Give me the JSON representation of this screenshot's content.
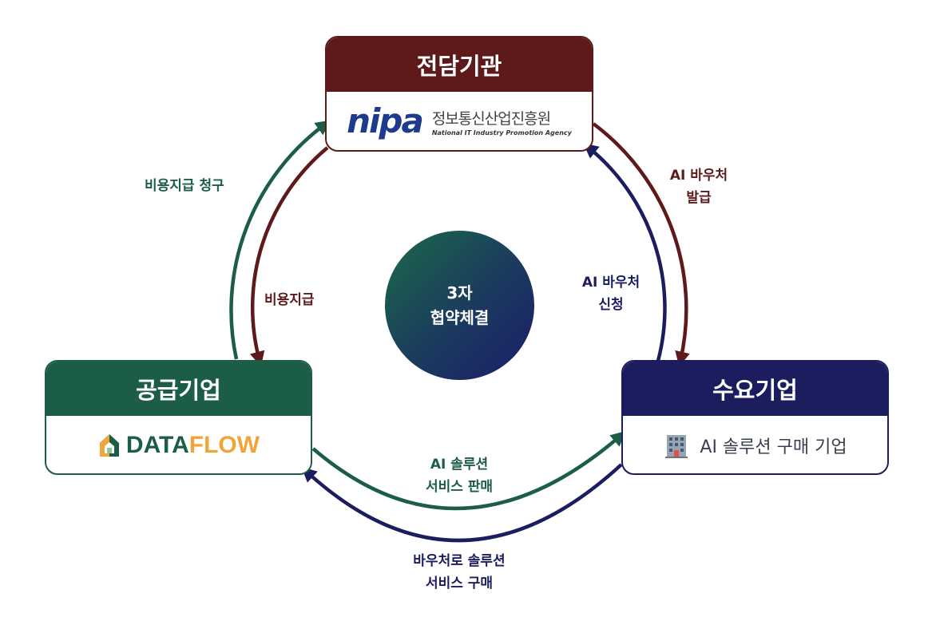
{
  "agency": {
    "title": "전담기관",
    "logo_word": "nipa",
    "logo_korean": "정보통신산업진흥원",
    "logo_english": "National IT Industry Promotion Agency"
  },
  "supplier": {
    "title": "공급기업",
    "logo_data": "DATA",
    "logo_flow": "FLOW"
  },
  "demand": {
    "title": "수요기업",
    "company_label": "AI 솔루션 구매 기업"
  },
  "center": {
    "line1": "3자",
    "line2": "협약체결"
  },
  "labels": {
    "cost_claim": "비용지급 청구",
    "cost_payment": "비용지급",
    "voucher_issue_1": "AI 바우처",
    "voucher_issue_2": "발급",
    "voucher_apply_1": "AI 바우처",
    "voucher_apply_2": "신청",
    "solution_sale_1": "AI 솔루션",
    "solution_sale_2": "서비스 판매",
    "solution_buy_1": "바우처로 솔루션",
    "solution_buy_2": "서비스 구매"
  },
  "colors": {
    "maroon": "#5e1a1a",
    "green": "#1b5e45",
    "navy": "#1b1d5e",
    "dataflow_orange": "#f0a53a"
  }
}
